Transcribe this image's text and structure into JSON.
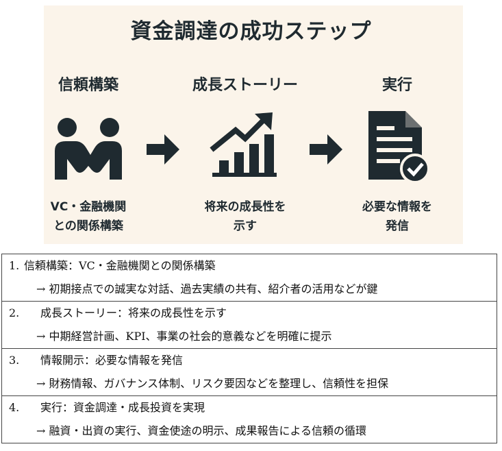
{
  "title": "資金調達の成功ステップ",
  "colors": {
    "ink": "#1f2a30",
    "panel": "#fbf4ea",
    "check": "#ffffff"
  },
  "steps_visual": [
    {
      "label": "信頼構築",
      "icon": "handshake-people-icon",
      "desc_line1": "VC・金融機関",
      "desc_line2": "との関係構築"
    },
    {
      "label": "成長ストーリー",
      "icon": "growth-chart-icon",
      "desc_line1": "将来の成長性を",
      "desc_line2": "示す"
    },
    {
      "label": "実行",
      "icon": "document-check-icon",
      "desc_line1": "必要な情報を",
      "desc_line2": "発信"
    }
  ],
  "table_rows": [
    {
      "num": "1.",
      "heading": "信頼構築：VC・金融機関との関係構築",
      "detail": "→ 初期接点での誠実な対話、過去実績の共有、紹介者の活用などが鍵"
    },
    {
      "num": "2.",
      "heading": "成長ストーリー：将来の成長性を示す",
      "detail": "→ 中期経営計画、KPI、事業の社会的意義などを明確に提示"
    },
    {
      "num": "3.",
      "heading": "情報開示：必要な情報を発信",
      "detail": "→ 財務情報、ガバナンス体制、リスク要因などを整理し、信頼性を担保"
    },
    {
      "num": "4.",
      "heading": "実行：資金調達・成長投資を実現",
      "detail": "→ 融資・出資の実行、資金使途の明示、成果報告による信頼の循環"
    }
  ]
}
